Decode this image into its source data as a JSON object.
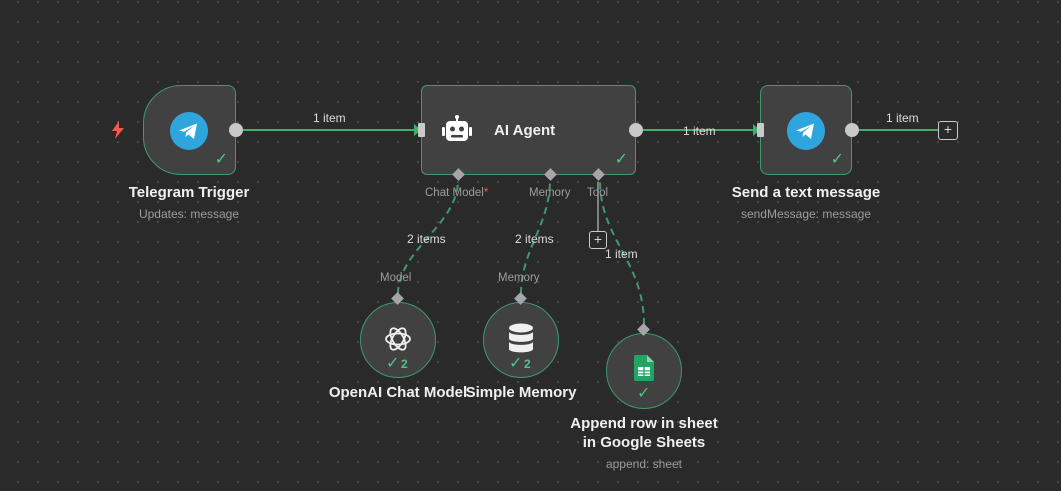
{
  "nodes": {
    "telegram_trigger": {
      "title": "Telegram Trigger",
      "subtitle": "Updates: message"
    },
    "ai_agent": {
      "title": "AI Agent"
    },
    "send_message": {
      "title": "Send a text message",
      "subtitle": "sendMessage: message"
    },
    "openai_model": {
      "title": "OpenAI Chat Model",
      "count": "2"
    },
    "simple_memory": {
      "title": "Simple Memory",
      "count": "2"
    },
    "google_sheets": {
      "title_line1": "Append row in sheet",
      "title_line2": "in Google Sheets",
      "subtitle": "append: sheet"
    }
  },
  "ports": {
    "chat_model": "Chat Model",
    "required_mark": "*",
    "memory": "Memory",
    "tool": "Tool",
    "model_in": "Model",
    "memory_in": "Memory"
  },
  "edges": {
    "trigger_to_agent": "1 item",
    "agent_to_send": "1 item",
    "send_out": "1 item",
    "model_to_agent": "2 items",
    "memory_to_agent": "2 items",
    "sheets_to_agent": "1 item"
  },
  "colors": {
    "canvas": "#2a2a2b",
    "node_fill": "#414142",
    "node_border": "#3e9a6b",
    "edge_main": "#3eb26b",
    "edge_sub": "#3e9a6b",
    "success": "#4ec485",
    "trigger_bolt": "#ef5a4a",
    "telegram": "#2fa5de",
    "sheets": "#21a464"
  },
  "icons": {
    "trigger": "lightning-bolt-icon",
    "telegram": "telegram-plane-icon",
    "agent": "robot-icon",
    "openai": "openai-logo-icon",
    "memory": "database-icon",
    "sheets": "google-sheets-icon",
    "status": "check-icon",
    "add": "plus-icon"
  }
}
